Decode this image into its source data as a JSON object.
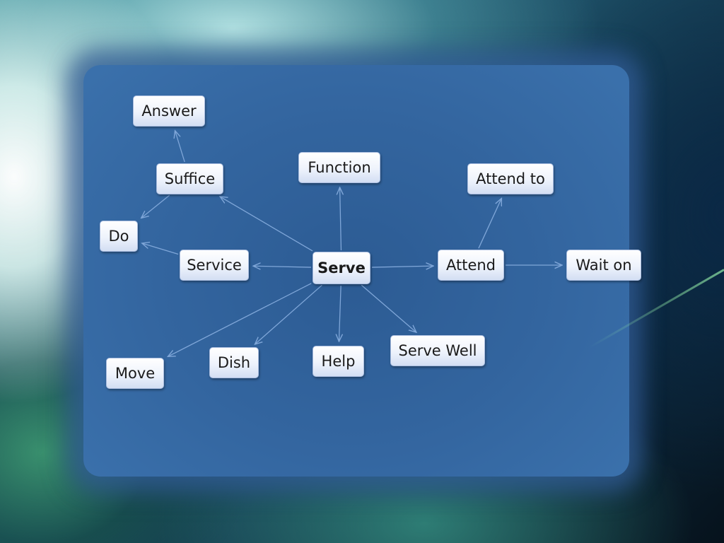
{
  "diagram": {
    "center": {
      "id": "serve",
      "label": "Serve"
    },
    "nodes": [
      {
        "id": "answer",
        "label": "Answer"
      },
      {
        "id": "suffice",
        "label": "Suffice"
      },
      {
        "id": "function",
        "label": "Function"
      },
      {
        "id": "attend-to",
        "label": "Attend to"
      },
      {
        "id": "do",
        "label": "Do"
      },
      {
        "id": "service",
        "label": "Service"
      },
      {
        "id": "attend",
        "label": "Attend"
      },
      {
        "id": "wait-on",
        "label": "Wait on"
      },
      {
        "id": "move",
        "label": "Move"
      },
      {
        "id": "dish",
        "label": "Dish"
      },
      {
        "id": "help",
        "label": "Help"
      },
      {
        "id": "serve-well",
        "label": "Serve Well"
      }
    ],
    "edges": [
      [
        "serve",
        "suffice"
      ],
      [
        "suffice",
        "answer"
      ],
      [
        "suffice",
        "do"
      ],
      [
        "serve",
        "function"
      ],
      [
        "serve",
        "service"
      ],
      [
        "service",
        "do"
      ],
      [
        "serve",
        "attend"
      ],
      [
        "attend",
        "attend-to"
      ],
      [
        "attend",
        "wait-on"
      ],
      [
        "serve",
        "move"
      ],
      [
        "serve",
        "dish"
      ],
      [
        "serve",
        "help"
      ],
      [
        "serve",
        "serve-well"
      ]
    ],
    "colors": {
      "edge": "#7fa6d8",
      "node_border": "#a9bde0"
    }
  }
}
